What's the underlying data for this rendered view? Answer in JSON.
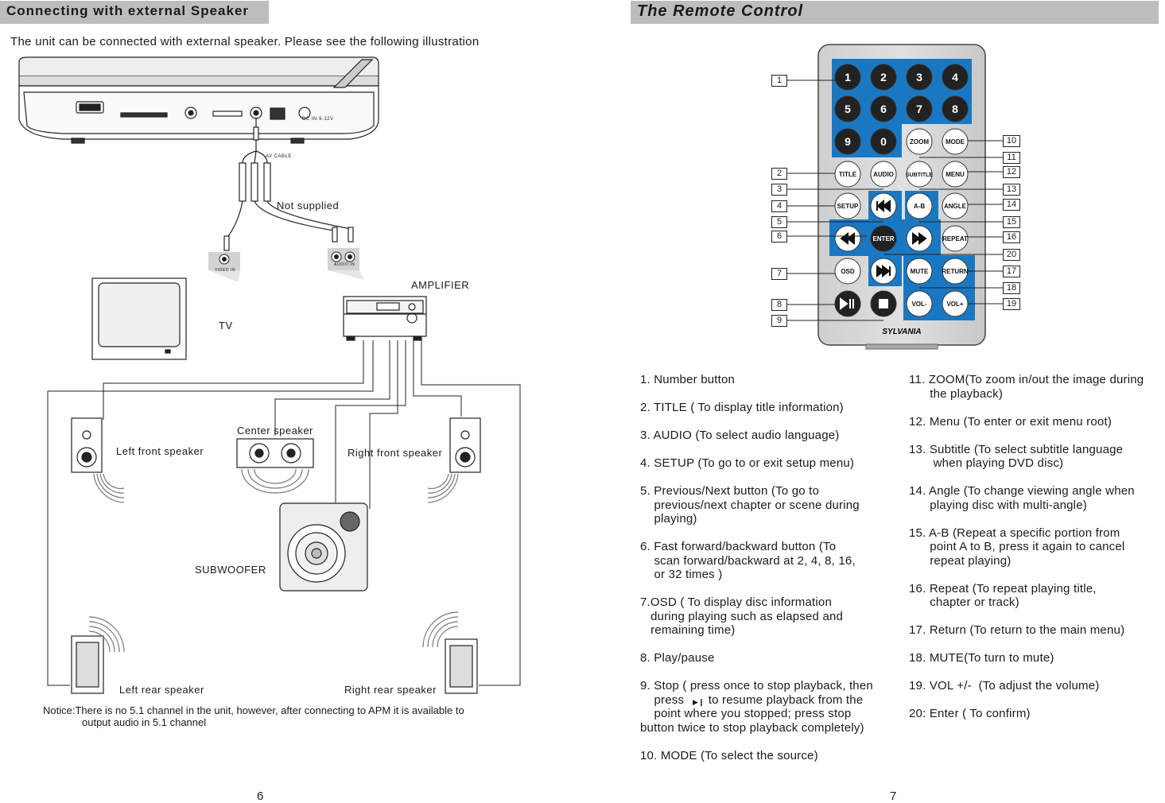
{
  "left_page": {
    "header": "Connecting with external Speaker",
    "intro": "The unit can be connected with external speaker. Please see the following illustration",
    "av_cable": "AV CABLE",
    "not_supplied": "Not supplied",
    "video_in": "VIDEO IN",
    "audio_in": "AUDIO IN",
    "dc_in": "DC IN 9-12V",
    "tv": "TV",
    "amplifier": "AMPLIFIER",
    "center_speaker": "Center speaker",
    "left_front_speaker": "Left front speaker",
    "right_front_speaker": "Right front speaker",
    "subwoofer": "SUBWOOFER",
    "left_rear_speaker": "Left rear speaker",
    "right_rear_speaker": "Right rear speaker",
    "notice_line1": "Notice:There is no 5.1 channel in the unit, however, after connecting to APM it is available to",
    "notice_line2": "output audio in 5.1 channel",
    "page_number": "6"
  },
  "right_page": {
    "header": "The Remote Control",
    "brand": "SYLVANIA",
    "buttons": {
      "n1": "1",
      "n2": "2",
      "n3": "3",
      "n4": "4",
      "n5": "5",
      "n6": "6",
      "n7": "7",
      "n8": "8",
      "n9": "9",
      "n0": "0",
      "zoom": "ZOOM",
      "mode": "MODE",
      "title": "TITLE",
      "audio": "AUDIO",
      "subtitle": "SUBTITLE",
      "menu": "MENU",
      "setup": "SETUP",
      "ab": "A-B",
      "angle": "ANGLE",
      "enter": "ENTER",
      "repeat": "REPEAT",
      "osd": "OSD",
      "mute": "MUTE",
      "return": "RETURN",
      "vol_minus": "VOL-",
      "vol_plus": "VOL+"
    },
    "callouts_left": [
      "1",
      "2",
      "3",
      "4",
      "5",
      "6",
      "7",
      "8",
      "9"
    ],
    "callouts_right": [
      "10",
      "11",
      "12",
      "13",
      "14",
      "15",
      "16",
      "20",
      "17",
      "18",
      "19"
    ],
    "descriptions_left": [
      "1. Number button",
      "2. TITLE ( To display title information)",
      "3. AUDIO (To select audio language)",
      "4. SETUP (To go to or exit setup menu)",
      "5. Previous/Next button (To go to\n    previous/next chapter or scene during\n    playing)",
      "6. Fast forward/backward button (To\n    scan forward/backward at 2, 4, 8, 16,\n    or 32 times )",
      "7.OSD ( To display disc information\n   during playing such as elapsed and\n   remaining time)",
      "8. Play/pause",
      "9. Stop ( press once to stop playback, then\n    press       to resume playback from the\n    point where you stopped; press stop\nbutton twice to stop playback completely)",
      "10. MODE (To select the source)"
    ],
    "descriptions_right": [
      "11. ZOOM(To zoom in/out the image during\n      the playback)",
      "12. Menu (To enter or exit menu root)",
      "13. Subtitle (To select subtitle language\n       when playing DVD disc)",
      "14. Angle (To change viewing angle when\n      playing disc with multi-angle)",
      "15. A-B (Repeat a specific portion from\n      point A to B, press it again to cancel\n      repeat playing)",
      "16. Repeat (To repeat playing title,\n      chapter or track)",
      "17. Return (To return to the main menu)",
      "18. MUTE(To turn to mute)",
      "19. VOL +/-  (To adjust the volume)",
      "20: Enter ( To confirm)"
    ],
    "page_number": "7"
  }
}
